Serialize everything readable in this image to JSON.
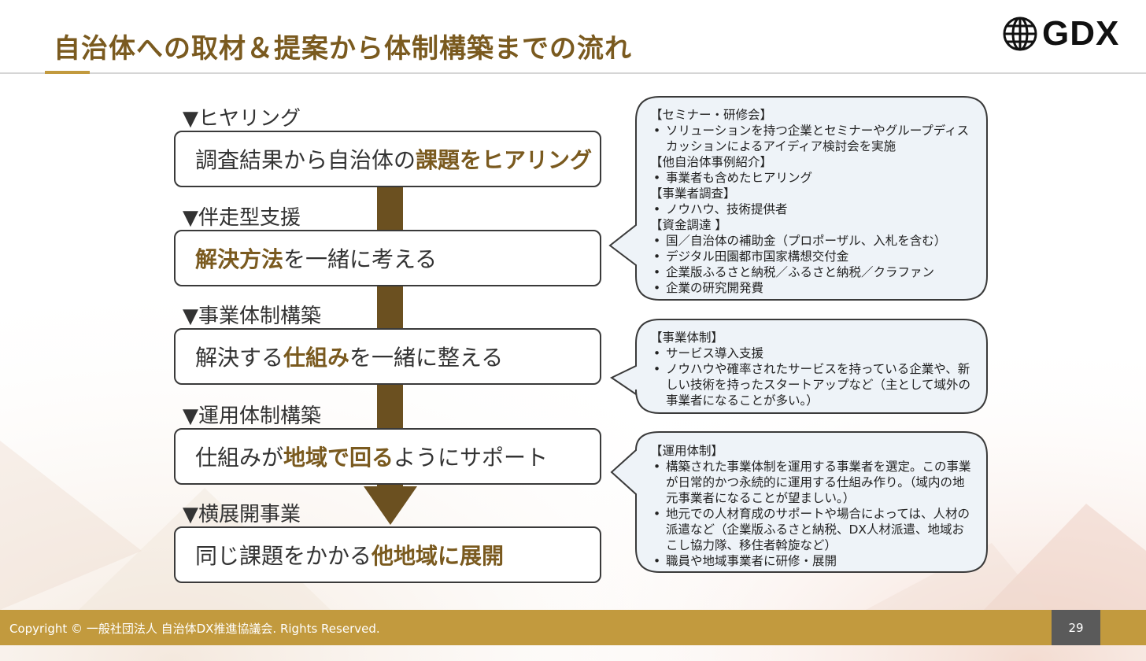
{
  "slide": {
    "title": "自治体への取材＆提案から体制構築までの流れ",
    "logo_text": "GDX",
    "page_number": "29",
    "copyright": "Copyright © 一般社団法人 自治体DX推進協議会. Rights Reserved."
  },
  "steps": [
    {
      "label": "▼ヒヤリング",
      "pre": "調査結果から自治体の",
      "bold": "課題をヒアリング",
      "post": ""
    },
    {
      "label": "▼伴走型支援",
      "pre": "",
      "bold": "解決方法",
      "post": "を一緒に考える"
    },
    {
      "label": "▼事業体制構築",
      "pre": "解決する",
      "bold": "仕組み",
      "post": "を一緒に整える"
    },
    {
      "label": "▼運用体制構築",
      "pre": "仕組みが",
      "bold": "地域で回る",
      "post": "ようにサポート"
    },
    {
      "label": "▼横展開事業",
      "pre": "同じ課題をかかる",
      "bold": "他地域に展開",
      "post": ""
    }
  ],
  "callouts": [
    {
      "sections": [
        {
          "heading": "【セミナー・研修会】",
          "items": [
            "ソリューションを持つ企業とセミナーやグループディスカッションによるアイディア検討会を実施"
          ]
        },
        {
          "heading": "【他自治体事例紹介】",
          "items": [
            "事業者も含めたヒアリング"
          ]
        },
        {
          "heading": "【事業者調査】",
          "items": [
            "ノウハウ、技術提供者"
          ]
        },
        {
          "heading": "【資金調達 】",
          "items": [
            "国／自治体の補助金（プロポーザル、入札を含む）",
            "デジタル田園都市国家構想交付金",
            "企業版ふるさと納税／ふるさと納税／クラファン",
            "企業の研究開発費"
          ]
        }
      ]
    },
    {
      "sections": [
        {
          "heading": "【事業体制】",
          "items": [
            "サービス導入支援",
            "ノウハウや確率されたサービスを持っている企業や、新しい技術を持ったスタートアップなど（主として域外の事業者になることが多い。）"
          ]
        }
      ]
    },
    {
      "sections": [
        {
          "heading": "【運用体制】",
          "items": [
            "構築された事業体制を運用する事業者を選定。この事業が日常的かつ永続的に運用する仕組み作り。（域内の地元事業者になることが望ましい。）",
            "地元での人材育成のサポートや場合によっては、人材の派遣など（企業版ふるさと納税、DX人材派遣、地域おこし協力隊、移住者斡旋など）",
            "職員や地域事業者に研修・展開"
          ]
        }
      ]
    }
  ],
  "colors": {
    "accent": "#7a5a1f",
    "footer": "#c29a3e",
    "connector": "#6b5020",
    "callout_fill": "#eef3f8"
  }
}
